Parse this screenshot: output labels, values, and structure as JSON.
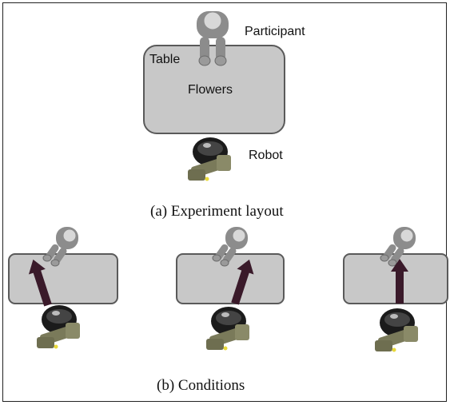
{
  "layout_panel": {
    "participant_label": "Participant",
    "table_label": "Table",
    "flowers_label": "Flowers",
    "robot_label": "Robot",
    "caption": "(a) Experiment layout"
  },
  "conditions_panel": {
    "caption": "(b) Conditions",
    "conditions": [
      {
        "arrow_direction": "up-left"
      },
      {
        "arrow_direction": "up-right"
      },
      {
        "arrow_direction": "up"
      }
    ]
  },
  "colors": {
    "table_fill": "#c8c8c8",
    "table_stroke": "#5a5a5a",
    "participant": "#8c8c8c",
    "arrow": "#3a1a2a",
    "robot_arm": "#7a7a5a",
    "robot_head": "#111111"
  }
}
